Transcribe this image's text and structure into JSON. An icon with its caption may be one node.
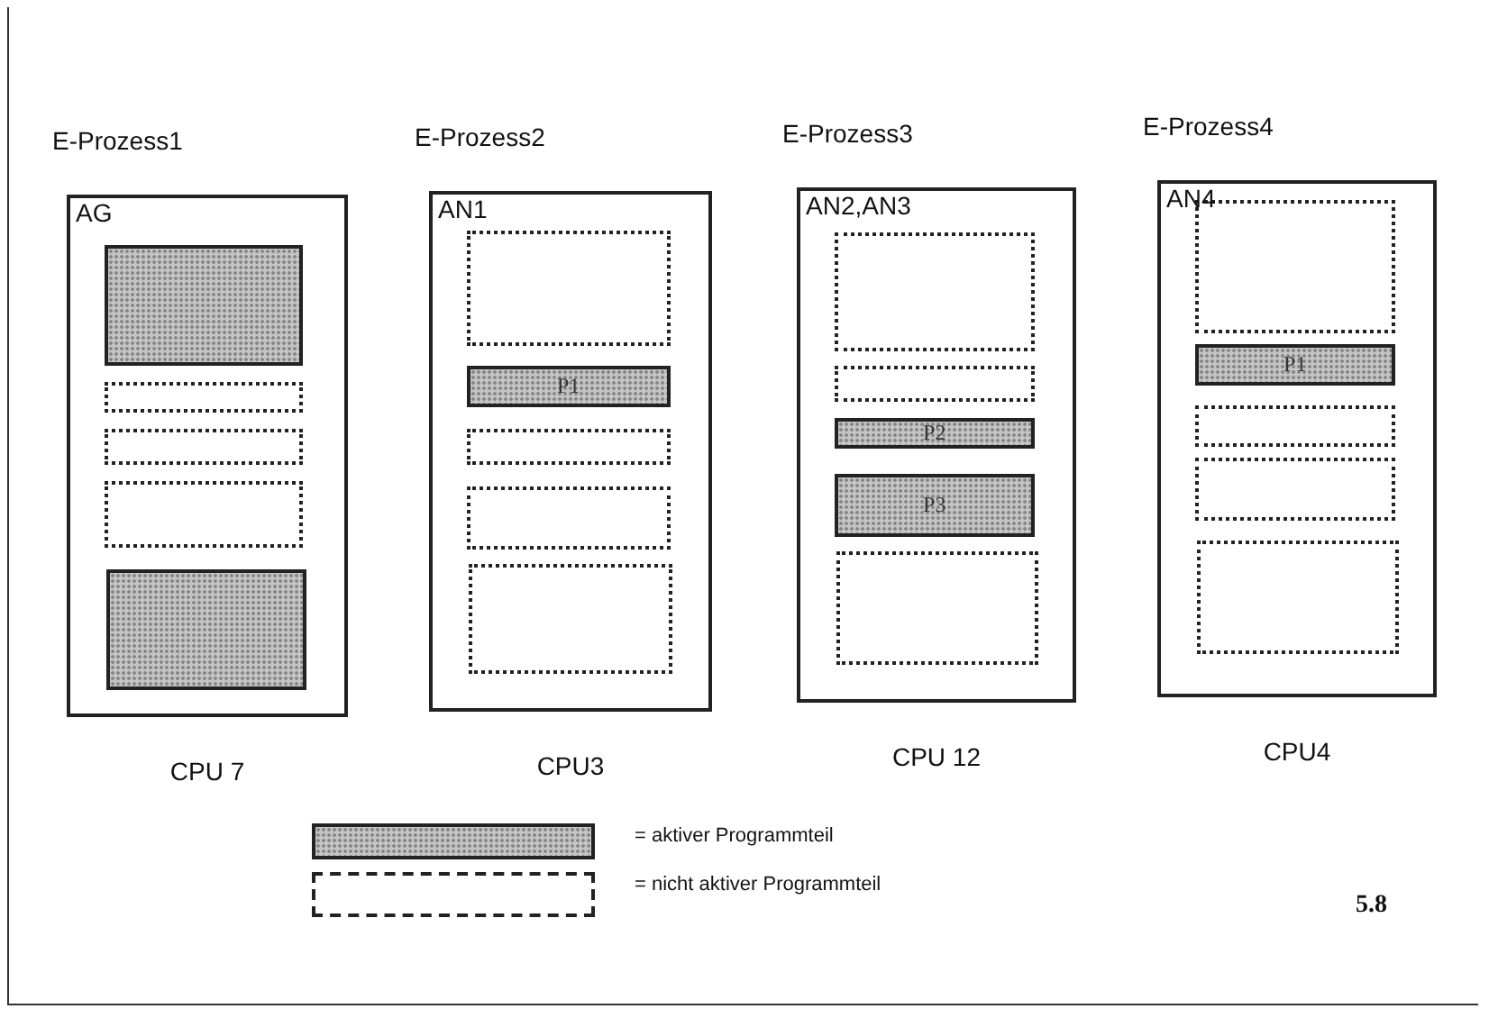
{
  "diagram": {
    "nodes": [
      {
        "text": [
          "E-Prozess1",
          "AG"
        ],
        "beside": [
          "CPU 7"
        ]
      },
      {
        "text": [],
        "shape": "box",
        "in": 0
      },
      {
        "text": [],
        "shape": "box",
        "in": 0
      },
      {
        "text": [],
        "shape": "box",
        "in": 0
      },
      {
        "text": [],
        "shape": "box",
        "in": 0
      },
      {
        "text": [],
        "shape": "box",
        "in": 0
      },
      {
        "text": [
          "E-Prozess2",
          "AN1"
        ],
        "beside": [
          "CPU3"
        ]
      },
      {
        "text": [],
        "shape": "box",
        "in": 6
      },
      {
        "text": [
          "P1"
        ],
        "in": 6
      },
      {
        "text": [],
        "shape": "box",
        "in": 6
      },
      {
        "text": [],
        "shape": "box",
        "in": 6
      },
      {
        "text": [],
        "shape": "box",
        "in": 6
      },
      {
        "text": [
          "E-Prozess3",
          "AN2,AN3"
        ],
        "beside": [
          "CPU 12"
        ]
      },
      {
        "text": [],
        "shape": "box",
        "in": 12
      },
      {
        "text": [],
        "shape": "box",
        "in": 12
      },
      {
        "text": [
          "P2"
        ],
        "in": 12
      },
      {
        "text": [
          "P3"
        ],
        "in": 12
      },
      {
        "text": [],
        "shape": "box",
        "in": 12
      },
      {
        "text": [
          "E-Prozess4",
          "AN4"
        ],
        "beside": [
          "CPU4"
        ]
      },
      {
        "text": [],
        "shape": "box",
        "in": 18
      },
      {
        "text": [
          "P1"
        ],
        "in": 18
      },
      {
        "text": [],
        "shape": "box",
        "in": 18
      },
      {
        "text": [],
        "shape": "box",
        "in": 18
      },
      {
        "text": [],
        "shape": "box",
        "in": 18
      }
    ],
    "edges": [],
    "labels": [
      "5.8"
    ],
    "legend": [
      {
        "text": "= aktiver Programmteil"
      },
      {
        "text": "= nicht aktiver Programmteil"
      }
    ]
  }
}
